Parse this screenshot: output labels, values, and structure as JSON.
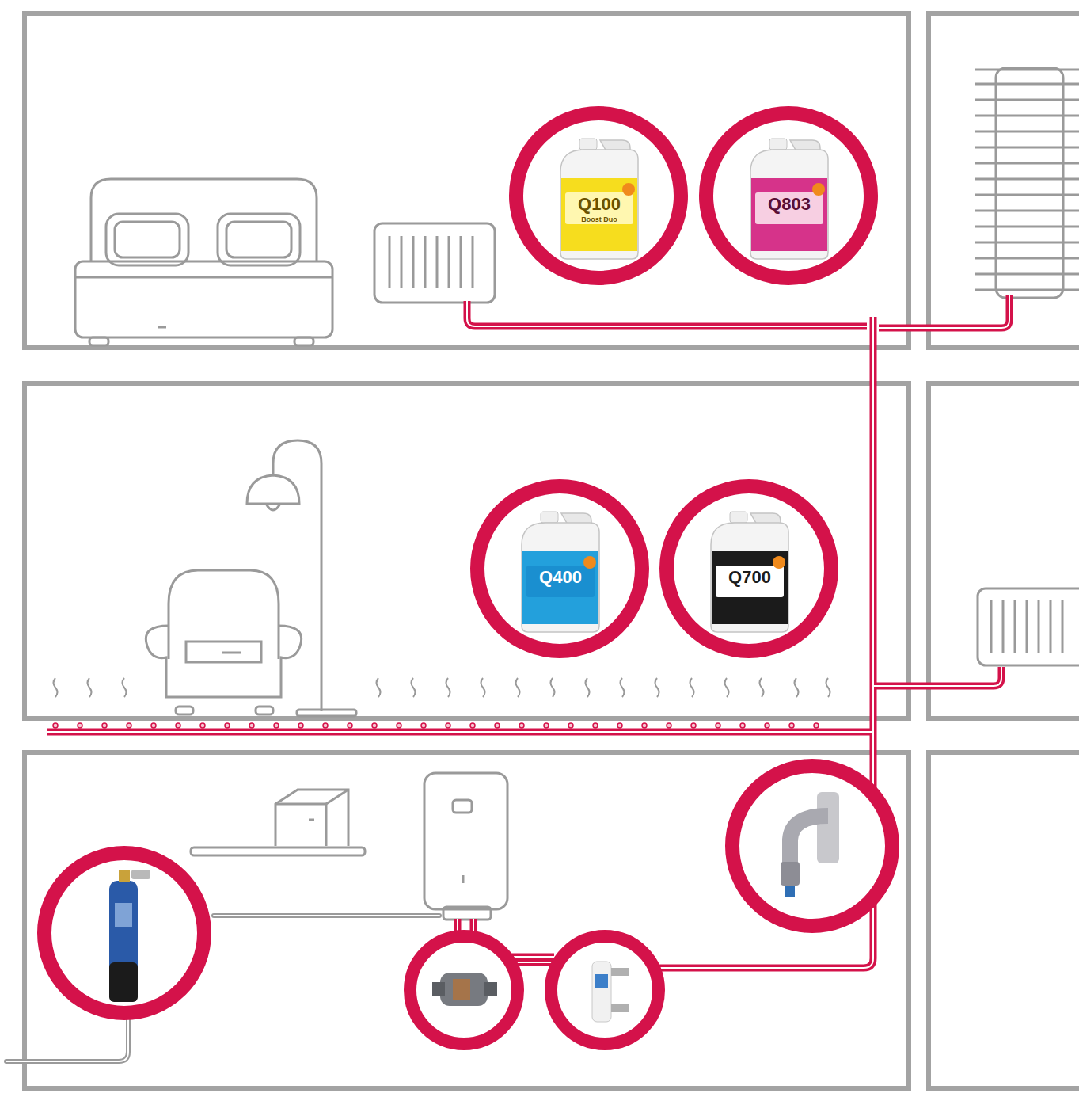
{
  "diagram": {
    "nodes": [
      {
        "text": [
          "Q100",
          "Boost Duo"
        ]
      },
      {
        "text": [
          "Q803"
        ]
      },
      {
        "text": [
          "Q400"
        ]
      },
      {
        "text": [
          "Q700"
        ]
      }
    ]
  }
}
